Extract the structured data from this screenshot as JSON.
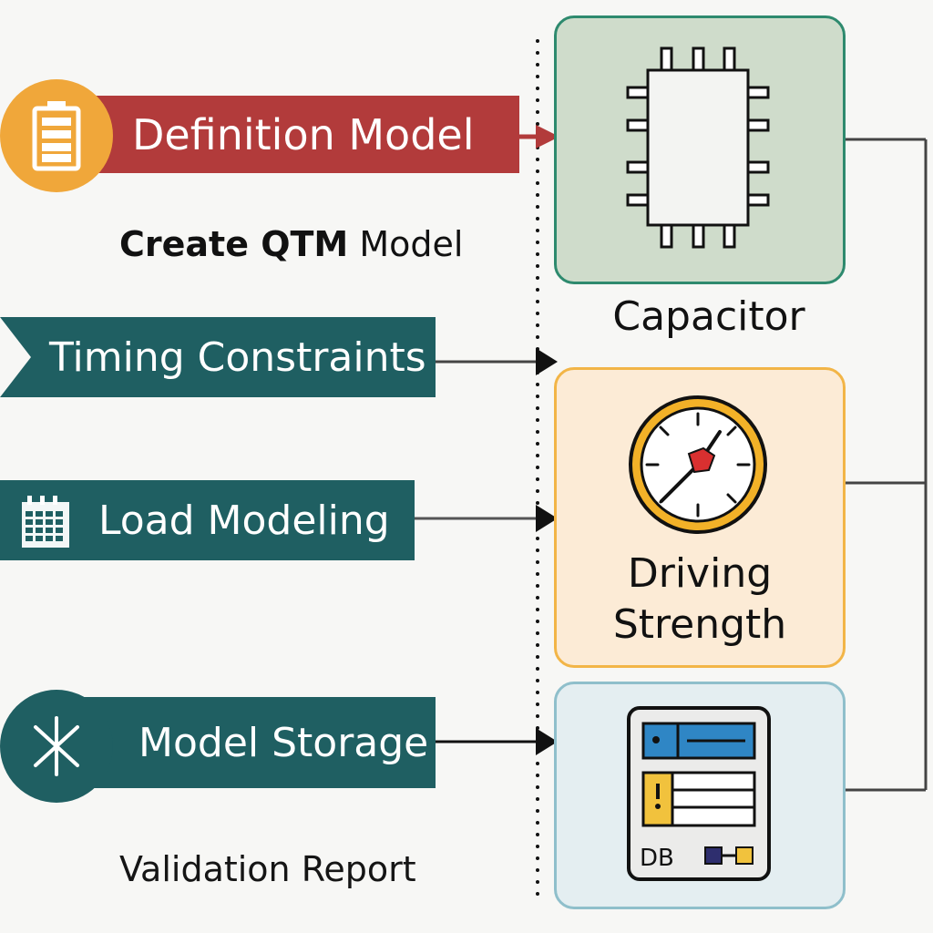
{
  "left_steps": {
    "definition_model": {
      "label": "Definition Model",
      "icon": "battery-icon",
      "color": "#b23b3b",
      "icon_bg": "#f0a73a"
    },
    "create_qtm": {
      "bold_part": "Create QTM",
      "regular_part": " Model"
    },
    "timing_constraints": {
      "label": "Timing Constraints",
      "color": "#1f5f62"
    },
    "load_modeling": {
      "label": "Load Modeling",
      "icon": "calendar-icon",
      "color": "#1f5f62"
    },
    "model_storage": {
      "label": "Model Storage",
      "icon": "asterisk-icon",
      "color": "#1f5f62"
    },
    "validation_report": {
      "label": "Validation Report"
    }
  },
  "right_cards": {
    "capacitor": {
      "label": "Capacitor",
      "icon": "chip-icon",
      "border_color": "#2e8a6e",
      "fill_color": "#cfdccb"
    },
    "driving_strength": {
      "label": "Driving Strength",
      "icon": "clock-icon",
      "border_color": "#f2b547",
      "fill_color": "#fcebd6"
    },
    "database": {
      "icon_text": "DB",
      "icon": "database-icon",
      "border_color": "#8fbfcb",
      "fill_color": "#e4eef1"
    }
  }
}
